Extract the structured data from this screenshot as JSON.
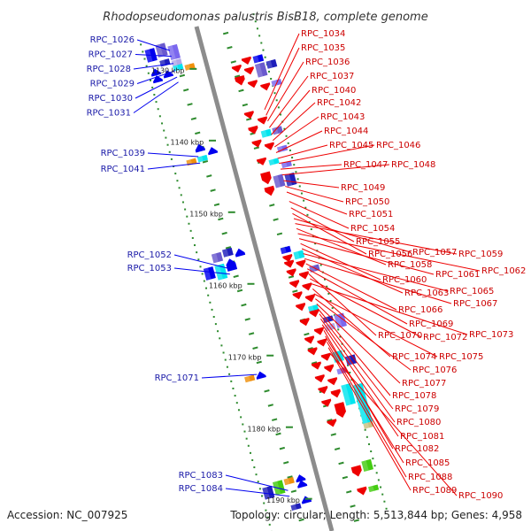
{
  "title": "Rhodopseudomonas palustris BisB18, complete genome",
  "accession": "Accession: NC_007925",
  "topology": "Topology: circular; Length: 5,513,844 bp; Genes: 4,958",
  "colors": {
    "backbone": "#8c8c8c",
    "forward_gene": "#0000ee",
    "reverse_gene": "#ee0000",
    "left_label": "#1a1aa8",
    "right_label": "#cc0000",
    "tick": "#2e8b2e"
  },
  "kbp_marks": [
    {
      "label": "1130 kbp",
      "kbp": 1130
    },
    {
      "label": "1140 kbp",
      "kbp": 1140
    },
    {
      "label": "1150 kbp",
      "kbp": 1150
    },
    {
      "label": "1160 kbp",
      "kbp": 1160
    },
    {
      "label": "1170 kbp",
      "kbp": 1170
    },
    {
      "label": "1180 kbp",
      "kbp": 1180
    },
    {
      "label": "1190 kbp",
      "kbp": 1190
    }
  ],
  "left_labels": [
    {
      "text": "RPC_1026",
      "kbp": 1126.8
    },
    {
      "text": "RPC_1027",
      "kbp": 1127.6
    },
    {
      "text": "RPC_1028",
      "kbp": 1128.6
    },
    {
      "text": "RPC_1029",
      "kbp": 1129.6
    },
    {
      "text": "RPC_1030",
      "kbp": 1130.5
    },
    {
      "text": "RPC_1031",
      "kbp": 1131.2
    },
    {
      "text": "RPC_1039",
      "kbp": 1141.6
    },
    {
      "text": "RPC_1041",
      "kbp": 1142.5
    },
    {
      "text": "RPC_1052",
      "kbp": 1157.2
    },
    {
      "text": "RPC_1053",
      "kbp": 1158.0
    },
    {
      "text": "RPC_1071",
      "kbp": 1172.0
    },
    {
      "text": "RPC_1083",
      "kbp": 1188.2
    },
    {
      "text": "RPC_1084",
      "kbp": 1189.0
    }
  ],
  "right_labels": [
    {
      "text": "RPC_1034",
      "kbp": 1131.8
    },
    {
      "text": "RPC_1035",
      "kbp": 1132.6
    },
    {
      "text": "RPC_1036",
      "kbp": 1133.4
    },
    {
      "text": "RPC_1037",
      "kbp": 1134.3
    },
    {
      "text": "RPC_1040",
      "kbp": 1135.3
    },
    {
      "text": "RPC_1042",
      "kbp": 1136.1
    },
    {
      "text": "RPC_1043",
      "kbp": 1137.0
    },
    {
      "text": "RPC_1044",
      "kbp": 1137.8
    },
    {
      "text": "RPC_1045",
      "kbp": 1138.6
    },
    {
      "text": "RPC_1046",
      "kbp": 1139.3
    },
    {
      "text": "RPC_1047",
      "kbp": 1140.1
    },
    {
      "text": "RPC_1048",
      "kbp": 1140.9
    },
    {
      "text": "RPC_1049",
      "kbp": 1141.7
    },
    {
      "text": "RPC_1050",
      "kbp": 1142.5
    },
    {
      "text": "RPC_1051",
      "kbp": 1143.3
    },
    {
      "text": "RPC_1054",
      "kbp": 1144.6
    },
    {
      "text": "RPC_1055",
      "kbp": 1145.5
    },
    {
      "text": "RPC_1056",
      "kbp": 1146.3
    },
    {
      "text": "RPC_1057",
      "kbp": 1147.0
    },
    {
      "text": "RPC_1059",
      "kbp": 1147.7
    },
    {
      "text": "RPC_1058",
      "kbp": 1148.4
    },
    {
      "text": "RPC_1062",
      "kbp": 1149.1
    },
    {
      "text": "RPC_1061",
      "kbp": 1149.8
    },
    {
      "text": "RPC_1060",
      "kbp": 1150.5
    },
    {
      "text": "RPC_1063",
      "kbp": 1151.2
    },
    {
      "text": "RPC_1065",
      "kbp": 1151.9
    },
    {
      "text": "RPC_1067",
      "kbp": 1152.6
    },
    {
      "text": "RPC_1066",
      "kbp": 1153.3
    },
    {
      "text": "RPC_1069",
      "kbp": 1154.0
    },
    {
      "text": "RPC_1070",
      "kbp": 1154.7
    },
    {
      "text": "RPC_1072",
      "kbp": 1155.4
    },
    {
      "text": "RPC_1073",
      "kbp": 1156.1
    },
    {
      "text": "RPC_1074",
      "kbp": 1156.8
    },
    {
      "text": "RPC_1075",
      "kbp": 1157.5
    },
    {
      "text": "RPC_1076",
      "kbp": 1158.2
    },
    {
      "text": "RPC_1077",
      "kbp": 1158.9
    },
    {
      "text": "RPC_1078",
      "kbp": 1159.6
    },
    {
      "text": "RPC_1079",
      "kbp": 1160.3
    },
    {
      "text": "RPC_1080",
      "kbp": 1161.0
    },
    {
      "text": "RPC_1081",
      "kbp": 1161.8
    },
    {
      "text": "RPC_1082",
      "kbp": 1162.6
    },
    {
      "text": "RPC_1085",
      "kbp": 1163.4
    },
    {
      "text": "RPC_1088",
      "kbp": 1164.2
    },
    {
      "text": "RPC_1089",
      "kbp": 1165.0
    },
    {
      "text": "RPC_1090",
      "kbp": 1165.8
    }
  ],
  "features": [
    {
      "track": 3,
      "start": 1125.6,
      "end": 1127.3,
      "color": "#6a5acd",
      "shape": "box"
    },
    {
      "track": 4,
      "start": 1125.9,
      "end": 1127.6,
      "color": "#0000ee",
      "shape": "box"
    },
    {
      "track": 2,
      "start": 1126.2,
      "end": 1128.1,
      "color": "#7b68ee",
      "shape": "box"
    },
    {
      "track": 2,
      "start": 1128.2,
      "end": 1129.0,
      "color": "#b0a8e8",
      "shape": "box"
    },
    {
      "track": 3,
      "start": 1127.8,
      "end": 1128.6,
      "color": "#1e1ebb",
      "shape": "box"
    },
    {
      "track": 2,
      "start": 1129.1,
      "end": 1129.5,
      "color": "#00e5ee",
      "shape": "box"
    },
    {
      "track": 1,
      "start": 1129.3,
      "end": 1129.9,
      "color": "#f0900c",
      "shape": "box"
    },
    {
      "track": 4,
      "start": 1128.9,
      "end": 1129.5,
      "color": "#0000ee",
      "shape": "arrow-up"
    },
    {
      "track": 3,
      "start": 1129.6,
      "end": 1130.1,
      "color": "#0000ee",
      "shape": "arrow-up"
    },
    {
      "track": 4,
      "start": 1129.9,
      "end": 1130.4,
      "color": "#0000ee",
      "shape": "arrow-up"
    },
    {
      "track": -3,
      "start": 1130.5,
      "end": 1131.0,
      "color": "#ee0000",
      "shape": "arrow-down"
    },
    {
      "track": -2,
      "start": 1131.2,
      "end": 1131.7,
      "color": "#ee0000",
      "shape": "arrow-down"
    },
    {
      "track": -3,
      "start": 1131.9,
      "end": 1132.4,
      "color": "#ee0000",
      "shape": "arrow-down"
    },
    {
      "track": -4,
      "start": 1130.5,
      "end": 1131.4,
      "color": "#0000ee",
      "shape": "box"
    },
    {
      "track": -5,
      "start": 1131.6,
      "end": 1132.6,
      "color": "#1e1ebb",
      "shape": "box"
    },
    {
      "track": -4,
      "start": 1131.6,
      "end": 1133.4,
      "color": "#6a5acd",
      "shape": "box"
    },
    {
      "track": -2,
      "start": 1132.6,
      "end": 1133.6,
      "color": "#ee0000",
      "shape": "arrow-down"
    },
    {
      "track": -3,
      "start": 1133.7,
      "end": 1134.3,
      "color": "#ee0000",
      "shape": "arrow-down"
    },
    {
      "track": -4,
      "start": 1134.5,
      "end": 1135.1,
      "color": "#ee0000",
      "shape": "arrow-down"
    },
    {
      "track": -5,
      "start": 1134.4,
      "end": 1135.0,
      "color": "#7b68ee",
      "shape": "box"
    },
    {
      "track": 2,
      "start": 1140.2,
      "end": 1141.0,
      "color": "#0000ee",
      "shape": "arrow-up"
    },
    {
      "track": 1,
      "start": 1141.2,
      "end": 1141.6,
      "color": "#0000ee",
      "shape": "arrow-up"
    },
    {
      "track": 3,
      "start": 1141.9,
      "end": 1142.2,
      "color": "#f0900c",
      "shape": "box"
    },
    {
      "track": 2,
      "start": 1141.8,
      "end": 1142.2,
      "color": "#00e5ee",
      "shape": "box"
    },
    {
      "track": -2,
      "start": 1137.6,
      "end": 1138.2,
      "color": "#ee0000",
      "shape": "arrow-down"
    },
    {
      "track": -3,
      "start": 1138.8,
      "end": 1139.4,
      "color": "#ee0000",
      "shape": "arrow-down"
    },
    {
      "track": -2,
      "start": 1139.6,
      "end": 1140.4,
      "color": "#ee0000",
      "shape": "arrow-down"
    },
    {
      "track": -3,
      "start": 1140.5,
      "end": 1141.4,
      "color": "#00e5ee",
      "shape": "box"
    },
    {
      "track": -4,
      "start": 1140.5,
      "end": 1141.4,
      "color": "#6a5acd",
      "shape": "box"
    },
    {
      "track": -2,
      "start": 1141.6,
      "end": 1142.2,
      "color": "#ee0000",
      "shape": "arrow-down"
    },
    {
      "track": -3,
      "start": 1142.4,
      "end": 1143.0,
      "color": "#ee0000",
      "shape": "arrow-down"
    },
    {
      "track": -4,
      "start": 1143.2,
      "end": 1143.8,
      "color": "#7b68ee",
      "shape": "box"
    },
    {
      "track": -2,
      "start": 1144.1,
      "end": 1144.7,
      "color": "#ee0000",
      "shape": "arrow-down"
    },
    {
      "track": -3,
      "start": 1144.6,
      "end": 1145.2,
      "color": "#00e5ee",
      "shape": "box"
    },
    {
      "track": -4,
      "start": 1145.4,
      "end": 1146.0,
      "color": "#7b68ee",
      "shape": "box"
    },
    {
      "track": -2,
      "start": 1146.0,
      "end": 1147.4,
      "color": "#ee0000",
      "shape": "arrow-down"
    },
    {
      "track": -3,
      "start": 1146.8,
      "end": 1148.4,
      "color": "#6a5acd",
      "shape": "box"
    },
    {
      "track": -4,
      "start": 1147.0,
      "end": 1148.6,
      "color": "#1e1ebb",
      "shape": "box"
    },
    {
      "track": -2,
      "start": 1148.0,
      "end": 1149.0,
      "color": "#ee0000",
      "shape": "arrow-down"
    },
    {
      "track": 2,
      "start": 1154.6,
      "end": 1155.6,
      "color": "#1e1ebb",
      "shape": "box"
    },
    {
      "track": 3,
      "start": 1154.8,
      "end": 1156.0,
      "color": "#6a5acd",
      "shape": "box"
    },
    {
      "track": 1,
      "start": 1155.2,
      "end": 1156.0,
      "color": "#0000ee",
      "shape": "arrow-up"
    },
    {
      "track": 2,
      "start": 1156.2,
      "end": 1157.6,
      "color": "#0000ee",
      "shape": "arrow-up"
    },
    {
      "track": 3,
      "start": 1156.4,
      "end": 1158.4,
      "color": "#00e5ee",
      "shape": "box"
    },
    {
      "track": 4,
      "start": 1156.4,
      "end": 1158.0,
      "color": "#0000ee",
      "shape": "box"
    },
    {
      "track": -2,
      "start": 1156.4,
      "end": 1157.2,
      "color": "#0000ee",
      "shape": "box"
    },
    {
      "track": -3,
      "start": 1157.4,
      "end": 1158.4,
      "color": "#00e5ee",
      "shape": "box"
    },
    {
      "track": -2,
      "start": 1157.6,
      "end": 1158.2,
      "color": "#ee0000",
      "shape": "arrow-down"
    },
    {
      "track": -2,
      "start": 1158.4,
      "end": 1159.0,
      "color": "#ee0000",
      "shape": "arrow-down"
    },
    {
      "track": -3,
      "start": 1158.8,
      "end": 1159.4,
      "color": "#ee0000",
      "shape": "arrow-down"
    },
    {
      "track": -2,
      "start": 1159.6,
      "end": 1160.2,
      "color": "#ee0000",
      "shape": "arrow-down"
    },
    {
      "track": -4,
      "start": 1159.8,
      "end": 1160.6,
      "color": "#6a5acd",
      "shape": "box"
    },
    {
      "track": -3,
      "start": 1160.4,
      "end": 1161.0,
      "color": "#ee0000",
      "shape": "arrow-down"
    },
    {
      "track": -2,
      "start": 1161.2,
      "end": 1161.8,
      "color": "#ee0000",
      "shape": "arrow-down"
    },
    {
      "track": -3,
      "start": 1162.0,
      "end": 1162.6,
      "color": "#ee0000",
      "shape": "arrow-down"
    },
    {
      "track": -2,
      "start": 1162.8,
      "end": 1163.4,
      "color": "#ee0000",
      "shape": "arrow-down"
    },
    {
      "track": -3,
      "start": 1163.6,
      "end": 1164.2,
      "color": "#ee0000",
      "shape": "arrow-down"
    },
    {
      "track": -2,
      "start": 1164.4,
      "end": 1165.0,
      "color": "#ee0000",
      "shape": "arrow-down"
    },
    {
      "track": -3,
      "start": 1165.2,
      "end": 1165.5,
      "color": "#00e5ee",
      "shape": "box"
    },
    {
      "track": -3,
      "start": 1165.7,
      "end": 1166.3,
      "color": "#ee0000",
      "shape": "arrow-down"
    },
    {
      "track": -2,
      "start": 1166.5,
      "end": 1167.1,
      "color": "#ee0000",
      "shape": "arrow-down"
    },
    {
      "track": -4,
      "start": 1167.0,
      "end": 1167.6,
      "color": "#1e1ebb",
      "shape": "box"
    },
    {
      "track": -5,
      "start": 1167.0,
      "end": 1168.8,
      "color": "#7b68ee",
      "shape": "box"
    },
    {
      "track": -4,
      "start": 1168.0,
      "end": 1168.8,
      "color": "#b0a8e8",
      "shape": "box"
    },
    {
      "track": -3,
      "start": 1168.2,
      "end": 1168.8,
      "color": "#ee0000",
      "shape": "arrow-down"
    },
    {
      "track": -2,
      "start": 1169.0,
      "end": 1169.6,
      "color": "#ee0000",
      "shape": "arrow-down"
    },
    {
      "track": -3,
      "start": 1169.8,
      "end": 1170.4,
      "color": "#ee0000",
      "shape": "arrow-down"
    },
    {
      "track": -2,
      "start": 1170.6,
      "end": 1171.2,
      "color": "#ee0000",
      "shape": "arrow-down"
    },
    {
      "track": 2,
      "start": 1172.0,
      "end": 1172.6,
      "color": "#0000ee",
      "shape": "arrow-up"
    },
    {
      "track": 3,
      "start": 1172.0,
      "end": 1172.6,
      "color": "#f0900c",
      "shape": "box"
    },
    {
      "track": -4,
      "start": 1171.8,
      "end": 1173.2,
      "color": "#00e5ee",
      "shape": "box"
    },
    {
      "track": -5,
      "start": 1172.8,
      "end": 1174.0,
      "color": "#1e1ebb",
      "shape": "box"
    },
    {
      "track": -3,
      "start": 1171.8,
      "end": 1172.4,
      "color": "#ee0000",
      "shape": "arrow-down"
    },
    {
      "track": -2,
      "start": 1172.6,
      "end": 1173.2,
      "color": "#ee0000",
      "shape": "arrow-down"
    },
    {
      "track": -3,
      "start": 1173.4,
      "end": 1174.0,
      "color": "#ee0000",
      "shape": "arrow-down"
    },
    {
      "track": -4,
      "start": 1174.2,
      "end": 1174.8,
      "color": "#7b68ee",
      "shape": "box"
    },
    {
      "track": -2,
      "start": 1174.4,
      "end": 1175.0,
      "color": "#ee0000",
      "shape": "arrow-down"
    },
    {
      "track": -3,
      "start": 1175.2,
      "end": 1175.8,
      "color": "#ee0000",
      "shape": "arrow-down"
    },
    {
      "track": -2,
      "start": 1176.0,
      "end": 1176.6,
      "color": "#ee0000",
      "shape": "arrow-down"
    },
    {
      "track": -4,
      "start": 1176.4,
      "end": 1179.2,
      "color": "#00e5ee",
      "shape": "box"
    },
    {
      "track": -5,
      "start": 1176.8,
      "end": 1182.2,
      "color": "#00e5ee",
      "shape": "box"
    },
    {
      "track": -3,
      "start": 1176.8,
      "end": 1177.6,
      "color": "#ee0000",
      "shape": "arrow-down"
    },
    {
      "track": -2,
      "start": 1177.8,
      "end": 1178.4,
      "color": "#ee0000",
      "shape": "arrow-down"
    },
    {
      "track": -3,
      "start": 1178.6,
      "end": 1180.4,
      "color": "#ee0000",
      "shape": "arrow-down"
    },
    {
      "track": -2,
      "start": 1180.6,
      "end": 1181.2,
      "color": "#ee0000",
      "shape": "arrow-down"
    },
    {
      "track": -5,
      "start": 1182.2,
      "end": 1182.8,
      "color": "#c8c080",
      "shape": "box"
    },
    {
      "track": 2,
      "start": 1186.6,
      "end": 1187.4,
      "color": "#f0900c",
      "shape": "box"
    },
    {
      "track": 3,
      "start": 1186.6,
      "end": 1188.4,
      "color": "#44cc11",
      "shape": "box"
    },
    {
      "track": 4,
      "start": 1187.0,
      "end": 1188.6,
      "color": "#1e1ebb",
      "shape": "box"
    },
    {
      "track": 1,
      "start": 1186.8,
      "end": 1187.4,
      "color": "#0000ee",
      "shape": "arrow-up"
    },
    {
      "track": 1,
      "start": 1187.6,
      "end": 1188.2,
      "color": "#0000ee",
      "shape": "arrow-up"
    },
    {
      "track": 1,
      "start": 1189.8,
      "end": 1190.4,
      "color": "#0000ee",
      "shape": "arrow-up"
    },
    {
      "track": 2,
      "start": 1190.4,
      "end": 1190.8,
      "color": "#1e1ebb",
      "shape": "box"
    },
    {
      "track": -3,
      "start": 1187.4,
      "end": 1188.6,
      "color": "#ee0000",
      "shape": "arrow-down"
    },
    {
      "track": -4,
      "start": 1187.0,
      "end": 1188.4,
      "color": "#44cc11",
      "shape": "box"
    },
    {
      "track": -3,
      "start": 1190.4,
      "end": 1191.2,
      "color": "#ee0000",
      "shape": "arrow-down"
    },
    {
      "track": -4,
      "start": 1190.6,
      "end": 1191.2,
      "color": "#44cc11",
      "shape": "box"
    }
  ]
}
